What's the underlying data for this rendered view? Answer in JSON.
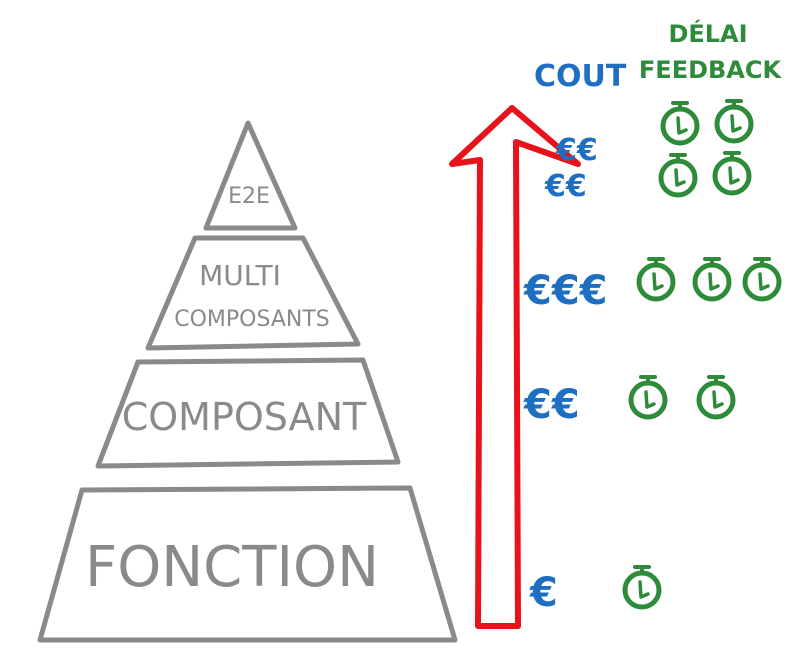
{
  "pyramid": {
    "levels": [
      {
        "label": "E2E"
      },
      {
        "label_line1": "MULTI",
        "label_line2": "COMPOSANTS"
      },
      {
        "label": "COMPOSANT"
      },
      {
        "label": "FONCTION"
      }
    ]
  },
  "headers": {
    "cost": "COUT",
    "delay_line1": "DÉLAI",
    "delay_line2": "FEEDBACK"
  },
  "rows": [
    {
      "cost": "€€",
      "cost2": "€€",
      "timers": 4
    },
    {
      "cost": "€€€",
      "timers": 3
    },
    {
      "cost": "€€",
      "timers": 2
    },
    {
      "cost": "€",
      "timers": 1
    }
  ],
  "colors": {
    "pyramid": "#8a8a8a",
    "arrow": "#e8121b",
    "cost": "#1e6fc2",
    "timer": "#2e8b3a"
  },
  "icons": {
    "arrow": "up-arrow-icon",
    "timer": "stopwatch-icon"
  }
}
